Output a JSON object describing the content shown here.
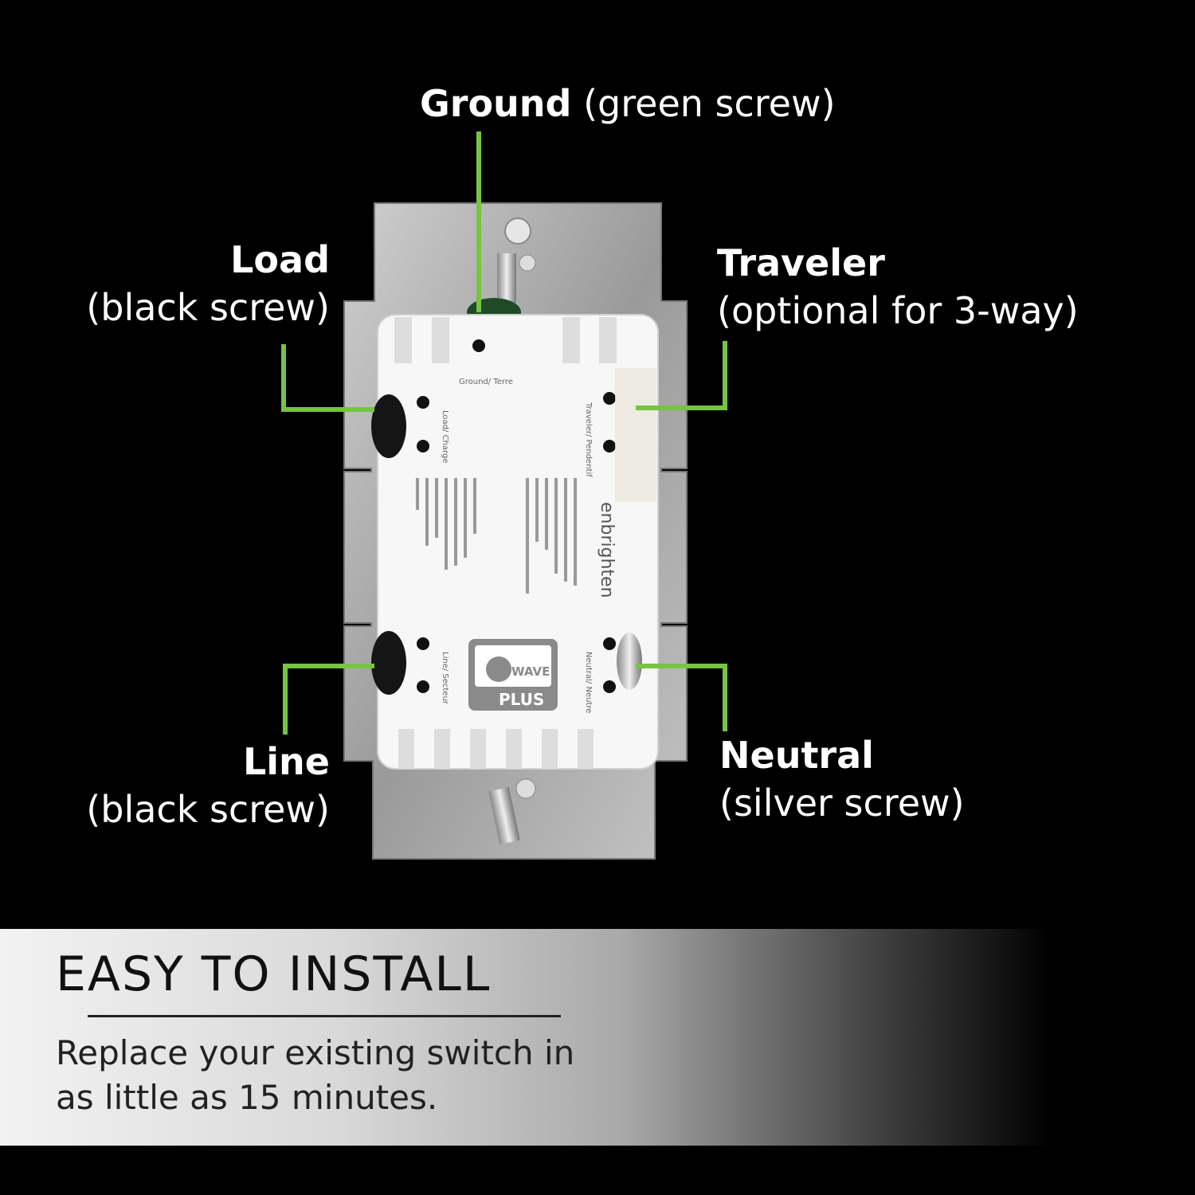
{
  "labels": {
    "ground": {
      "title": "Ground",
      "detail": "(green screw)"
    },
    "load": {
      "title": "Load",
      "detail": "(black screw)"
    },
    "traveler": {
      "title": "Traveler",
      "detail": "(optional for 3-way)"
    },
    "line": {
      "title": "Line",
      "detail": "(black screw)"
    },
    "neutral": {
      "title": "Neutral",
      "detail": "(silver screw)"
    }
  },
  "device": {
    "brand": "enbrighten",
    "terminal_ground": "Ground/ Terre",
    "terminal_load": "Load/ Charge",
    "terminal_traveler": "Traveler/ Pendentif",
    "terminal_line": "Line/ Secteur",
    "terminal_neutral": "Neutral/ Neutre",
    "badge_top": "WAVE",
    "badge_bottom": "PLUS"
  },
  "banner": {
    "heading": "EASY TO INSTALL",
    "body": "Replace your existing switch in as little as 15 minutes."
  },
  "colors": {
    "callout_line": "#76c442",
    "background": "#000000"
  }
}
